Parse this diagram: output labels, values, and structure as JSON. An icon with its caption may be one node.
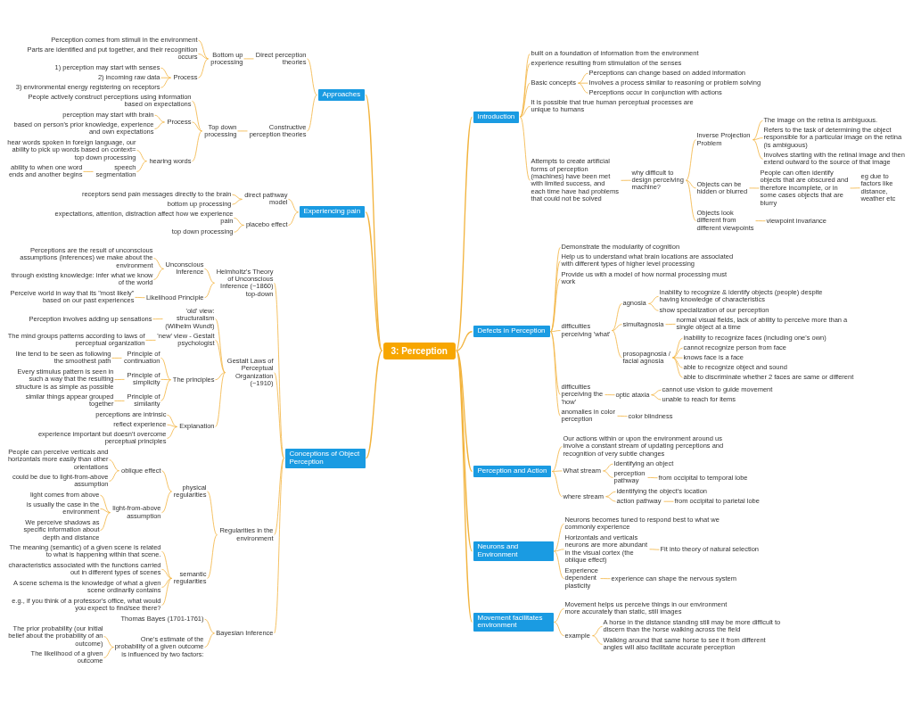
{
  "diagram": {
    "nodes": [
      {
        "text": [
          "3: Perception"
        ]
      },
      {
        "text": [
          "Approaches"
        ]
      },
      {
        "text": [
          "Direct perception theories"
        ]
      },
      {
        "text": [
          "Bottom up processing"
        ]
      },
      {
        "text": [
          "Perception comes from stimuli in the environment"
        ]
      },
      {
        "text": [
          "Parts are identified and put together, and their recognition occurs"
        ]
      },
      {
        "text": [
          "Process"
        ]
      },
      {
        "text": [
          "1) perception may start with senses"
        ]
      },
      {
        "text": [
          "2) incoming raw data"
        ]
      },
      {
        "text": [
          "3) environmental energy registering on receptors"
        ]
      },
      {
        "text": [
          "Constructive perception theories"
        ]
      },
      {
        "text": [
          "Top down processing"
        ]
      },
      {
        "text": [
          "People actively construct perceptions using information based on expectations"
        ]
      },
      {
        "text": [
          "Process"
        ]
      },
      {
        "text": [
          "perception may start with brain"
        ]
      },
      {
        "text": [
          "based on person's prior knowledge, experience and own expectations"
        ]
      },
      {
        "text": [
          "hearing words"
        ]
      },
      {
        "text": [
          "hear words spoken in foreign language, our ability to pick up words based on context= top down processing"
        ]
      },
      {
        "text": [
          "speech segmentation"
        ]
      },
      {
        "text": [
          "ability to when one word ends and another begins"
        ]
      },
      {
        "text": [
          "Experiencing pain"
        ]
      },
      {
        "text": [
          "direct pathway model"
        ]
      },
      {
        "text": [
          "receptors send pain messages directly to the brain"
        ]
      },
      {
        "text": [
          "bottom up processing"
        ]
      },
      {
        "text": [
          "placebo effect"
        ]
      },
      {
        "text": [
          "expectations, attention, distraction affect how we experience pain"
        ]
      },
      {
        "text": [
          "top down processing"
        ]
      },
      {
        "text": [
          "Conceptions of Object Perception"
        ]
      },
      {
        "text": [
          "Helmholtz's Theory of Unconscious Inference (~1860) top-down"
        ]
      },
      {
        "text": [
          "Unconscious Inference"
        ]
      },
      {
        "text": [
          "Perceptions are the result of unconscious assumptions (inferences) we make about the environment"
        ]
      },
      {
        "text": [
          "through existing knowledge: infer what we know of the world"
        ]
      },
      {
        "text": [
          "Likelihood Principle"
        ]
      },
      {
        "text": [
          "Perceive world in way that its \"most likely\" based on our past experiences"
        ]
      },
      {
        "text": [
          "Gestalt Laws of Perceptual Organization (~1910)"
        ]
      },
      {
        "text": [
          "'old' view: structuralism (Wilhelm Wundt)"
        ]
      },
      {
        "text": [
          "Perception involves adding up sensations"
        ]
      },
      {
        "text": [
          "'new' view - Gestalt psychologist"
        ]
      },
      {
        "text": [
          "The mind groups patterns according to laws of perceptual organization"
        ]
      },
      {
        "text": [
          "The principles"
        ]
      },
      {
        "text": [
          "Principle of continuation"
        ]
      },
      {
        "text": [
          "line tend to be seen as following the smoothest path"
        ]
      },
      {
        "text": [
          "Principle of simplicity"
        ]
      },
      {
        "text": [
          "Every stimulus pattern is seen in such a way that the resulting structure is as simple as possible"
        ]
      },
      {
        "text": [
          "Principle of similarity"
        ]
      },
      {
        "text": [
          "similar things appear grouped together"
        ]
      },
      {
        "text": [
          "Explanation"
        ]
      },
      {
        "text": [
          "perceptions are intrinsic"
        ]
      },
      {
        "text": [
          "reflect experience"
        ]
      },
      {
        "text": [
          "experience important but doesn't overcome perceptual principles"
        ]
      },
      {
        "text": [
          "Regularities in the environment"
        ]
      },
      {
        "text": [
          "physical regularities"
        ]
      },
      {
        "text": [
          "oblique effect"
        ]
      },
      {
        "text": [
          "People can perceive verticals and horizontals more easily than other orientations"
        ]
      },
      {
        "text": [
          "could be due to light-from-above assumption"
        ]
      },
      {
        "text": [
          "light-from-above assumption"
        ]
      },
      {
        "text": [
          "light comes from above"
        ]
      },
      {
        "text": [
          "is usually the case in the environment"
        ]
      },
      {
        "text": [
          "We perceive shadows as specific information about depth and distance"
        ]
      },
      {
        "text": [
          "semantic regularities"
        ]
      },
      {
        "text": [
          "The meaning (semantic) of a given scene is related to what is happening within that scene."
        ]
      },
      {
        "text": [
          "characteristics associated with the functions carried out in different types of scenes"
        ]
      },
      {
        "text": [
          "A scene schema is the knowledge of what a given scene ordinarily contains"
        ]
      },
      {
        "text": [
          "e.g., if you think of a professor's office, what would you expect to find/see there?"
        ]
      },
      {
        "text": [
          "Bayesian Inference"
        ]
      },
      {
        "text": [
          "Thomas Bayes (1701-1761)"
        ]
      },
      {
        "text": [
          "One's estimate of the probability of a given outcome is influenced by two factors:"
        ]
      },
      {
        "text": [
          "The prior probability (our initial belief about the probability of an outcome)"
        ]
      },
      {
        "text": [
          "The likelihood of a given outcome"
        ]
      },
      {
        "text": [
          "Neurons and Environment"
        ]
      },
      {
        "text": [
          "Neurons becomes tuned to respond best to what we commonly experience"
        ]
      },
      {
        "text": [
          "Horizontals and verticals neurons are more abundant in the visual cortex (the oblique effect)"
        ]
      },
      {
        "text": [
          "Fit into theory of natural selection"
        ]
      },
      {
        "text": [
          "Experience dependent plasticity"
        ]
      },
      {
        "text": [
          "experience can shape the nervous system"
        ]
      },
      {
        "text": [
          "Movement facilitates environment"
        ]
      },
      {
        "text": [
          "Movement helps us perceive things in our environment more accurately than static, still images"
        ]
      },
      {
        "text": [
          "example"
        ]
      },
      {
        "text": [
          "A horse in the distance standing still may be more difficult to discern than the horse walking across the field"
        ]
      },
      {
        "text": [
          "Walking around that same horse to see it from different angles will also facilitate accurate perception"
        ]
      },
      {
        "text": [
          "Introduction"
        ]
      },
      {
        "text": [
          "built on a foundation of information from the environment"
        ]
      },
      {
        "text": [
          "experience resulting from stimulation of the senses"
        ]
      },
      {
        "text": [
          "Basic concepts"
        ]
      },
      {
        "text": [
          "Perceptions can change based on added information"
        ]
      },
      {
        "text": [
          "Involves a process similar to reasoning or problem solving"
        ]
      },
      {
        "text": [
          "Perceptions occur in conjunction with actions"
        ]
      },
      {
        "text": [
          "It is possible that true human perceptual processes are unique to humans"
        ]
      },
      {
        "text": [
          "Attempts to create artificial forms of perception (machines) have been met with limited success, and each time have had problems that could not be solved"
        ]
      },
      {
        "text": [
          "why difficult to design perceiving machine?"
        ]
      },
      {
        "text": [
          "Inverse Projection Problem"
        ]
      },
      {
        "text": [
          "The image on the retina is ambiguous."
        ]
      },
      {
        "text": [
          "Refers to the task of determining the object responsible for a particular image on the retina (is ambiguous)"
        ]
      },
      {
        "text": [
          "Involves starting with the retinal image and then extend outward to the source of that image"
        ]
      },
      {
        "text": [
          "Objects can be hidden or blurred"
        ]
      },
      {
        "text": [
          "People can often identify objects that are obscured and therefore incomplete, or in some cases objects that are blurry"
        ]
      },
      {
        "text": [
          "eg due to factors like distance, weather etc"
        ]
      },
      {
        "text": [
          "Objects look different from different viewpoints"
        ]
      },
      {
        "text": [
          "viewpoint invariance"
        ]
      },
      {
        "text": [
          "Defects in Perception"
        ]
      },
      {
        "text": [
          "Demonstrate the modularity of cognition"
        ]
      },
      {
        "text": [
          "Help us to understand what brain locations are associated with different types of higher level processing"
        ]
      },
      {
        "text": [
          "Provide us with a model of how normal processing must work"
        ]
      },
      {
        "text": [
          "difficulties perceiving 'what'"
        ]
      },
      {
        "text": [
          "agnosia"
        ]
      },
      {
        "text": [
          "Inability to recognize & identify objects (people) despite having knowledge of characteristics"
        ]
      },
      {
        "text": [
          "show specialization of our perception"
        ]
      },
      {
        "text": [
          "simultagnosia"
        ]
      },
      {
        "text": [
          "normal visual fields, lack of ability to perceive more than a single object at a time"
        ]
      },
      {
        "text": [
          "prosopagnosia / facial agnosia"
        ]
      },
      {
        "text": [
          "inability to recognize faces (including one's own)"
        ]
      },
      {
        "text": [
          "cannot recognize person from face"
        ]
      },
      {
        "text": [
          "knows face is a face"
        ]
      },
      {
        "text": [
          "able to recognize object and sound"
        ]
      },
      {
        "text": [
          "able to discriminate whether 2 faces are same or different"
        ]
      },
      {
        "text": [
          "difficulties perceiving the 'how'"
        ]
      },
      {
        "text": [
          "optic ataxia"
        ]
      },
      {
        "text": [
          "cannot use vision to guide movement"
        ]
      },
      {
        "text": [
          "unable to reach for items"
        ]
      },
      {
        "text": [
          "anomalies in color perception"
        ]
      },
      {
        "text": [
          "color blindness"
        ]
      },
      {
        "text": [
          "Perception and Action"
        ]
      },
      {
        "text": [
          "Our actions within or upon the environment around us involve a constant stream of updating perceptions and recognition of very subtle changes"
        ]
      },
      {
        "text": [
          "What stream"
        ]
      },
      {
        "text": [
          "Identifying an object"
        ]
      },
      {
        "text": [
          "perception pathway"
        ]
      },
      {
        "text": [
          "from occipital to temporal lobe"
        ]
      },
      {
        "text": [
          "where stream"
        ]
      },
      {
        "text": [
          "identifying the object's location"
        ]
      },
      {
        "text": [
          "action pathway"
        ]
      },
      {
        "text": [
          "from occipital to parietal lobe"
        ]
      }
    ],
    "edges": [
      {
        "from": 0,
        "to": 1,
        "arrow": "none"
      },
      {
        "from": 0,
        "to": 20,
        "arrow": "none"
      },
      {
        "from": 0,
        "to": 27,
        "arrow": "none"
      },
      {
        "from": 0,
        "to": 69,
        "arrow": "none"
      },
      {
        "from": 0,
        "to": 75,
        "arrow": "none"
      },
      {
        "from": 0,
        "to": 80,
        "arrow": "none"
      },
      {
        "from": 0,
        "to": 99,
        "arrow": "none"
      },
      {
        "from": 0,
        "to": 121,
        "arrow": "none"
      },
      {
        "from": 1,
        "to": 2,
        "arrow": "none"
      },
      {
        "from": 1,
        "to": 10,
        "arrow": "none"
      },
      {
        "from": 2,
        "to": 3,
        "arrow": "none"
      },
      {
        "from": 3,
        "to": 4,
        "arrow": "none"
      },
      {
        "from": 3,
        "to": 5,
        "arrow": "none"
      },
      {
        "from": 3,
        "to": 6,
        "arrow": "none"
      },
      {
        "from": 6,
        "to": 7,
        "arrow": "none"
      },
      {
        "from": 6,
        "to": 8,
        "arrow": "none"
      },
      {
        "from": 6,
        "to": 9,
        "arrow": "none"
      },
      {
        "from": 10,
        "to": 11,
        "arrow": "none"
      },
      {
        "from": 11,
        "to": 12,
        "arrow": "none"
      },
      {
        "from": 11,
        "to": 13,
        "arrow": "none"
      },
      {
        "from": 11,
        "to": 16,
        "arrow": "none"
      },
      {
        "from": 13,
        "to": 14,
        "arrow": "none"
      },
      {
        "from": 13,
        "to": 15,
        "arrow": "none"
      },
      {
        "from": 16,
        "to": 17,
        "arrow": "none"
      },
      {
        "from": 16,
        "to": 18,
        "arrow": "none"
      },
      {
        "from": 18,
        "to": 19,
        "arrow": "none"
      },
      {
        "from": 20,
        "to": 21,
        "arrow": "none"
      },
      {
        "from": 20,
        "to": 24,
        "arrow": "none"
      },
      {
        "from": 21,
        "to": 22,
        "arrow": "none"
      },
      {
        "from": 21,
        "to": 23,
        "arrow": "none"
      },
      {
        "from": 24,
        "to": 25,
        "arrow": "none"
      },
      {
        "from": 24,
        "to": 26,
        "arrow": "none"
      },
      {
        "from": 27,
        "to": 28,
        "arrow": "none"
      },
      {
        "from": 27,
        "to": 34,
        "arrow": "none"
      },
      {
        "from": 27,
        "to": 50,
        "arrow": "none"
      },
      {
        "from": 27,
        "to": 64,
        "arrow": "none"
      },
      {
        "from": 28,
        "to": 29,
        "arrow": "none"
      },
      {
        "from": 28,
        "to": 32,
        "arrow": "none"
      },
      {
        "from": 29,
        "to": 30,
        "arrow": "none"
      },
      {
        "from": 29,
        "to": 31,
        "arrow": "none"
      },
      {
        "from": 32,
        "to": 33,
        "arrow": "none"
      },
      {
        "from": 34,
        "to": 35,
        "arrow": "none"
      },
      {
        "from": 34,
        "to": 37,
        "arrow": "none"
      },
      {
        "from": 34,
        "to": 39,
        "arrow": "none"
      },
      {
        "from": 34,
        "to": 46,
        "arrow": "none"
      },
      {
        "from": 35,
        "to": 36,
        "arrow": "none"
      },
      {
        "from": 37,
        "to": 38,
        "arrow": "none"
      },
      {
        "from": 39,
        "to": 40,
        "arrow": "none"
      },
      {
        "from": 39,
        "to": 42,
        "arrow": "none"
      },
      {
        "from": 39,
        "to": 44,
        "arrow": "none"
      },
      {
        "from": 40,
        "to": 41,
        "arrow": "none"
      },
      {
        "from": 42,
        "to": 43,
        "arrow": "none"
      },
      {
        "from": 44,
        "to": 45,
        "arrow": "none"
      },
      {
        "from": 46,
        "to": 47,
        "arrow": "none"
      },
      {
        "from": 46,
        "to": 48,
        "arrow": "none"
      },
      {
        "from": 46,
        "to": 49,
        "arrow": "none"
      },
      {
        "from": 50,
        "to": 51,
        "arrow": "none"
      },
      {
        "from": 50,
        "to": 59,
        "arrow": "none"
      },
      {
        "from": 51,
        "to": 52,
        "arrow": "none"
      },
      {
        "from": 51,
        "to": 55,
        "arrow": "none"
      },
      {
        "from": 52,
        "to": 53,
        "arrow": "none"
      },
      {
        "from": 52,
        "to": 54,
        "arrow": "none"
      },
      {
        "from": 55,
        "to": 56,
        "arrow": "none"
      },
      {
        "from": 55,
        "to": 57,
        "arrow": "none"
      },
      {
        "from": 55,
        "to": 58,
        "arrow": "none"
      },
      {
        "from": 59,
        "to": 60,
        "arrow": "none"
      },
      {
        "from": 59,
        "to": 61,
        "arrow": "none"
      },
      {
        "from": 59,
        "to": 62,
        "arrow": "none"
      },
      {
        "from": 59,
        "to": 63,
        "arrow": "none"
      },
      {
        "from": 64,
        "to": 65,
        "arrow": "none"
      },
      {
        "from": 64,
        "to": 66,
        "arrow": "none"
      },
      {
        "from": 66,
        "to": 67,
        "arrow": "none"
      },
      {
        "from": 66,
        "to": 68,
        "arrow": "none"
      },
      {
        "from": 69,
        "to": 70,
        "arrow": "none"
      },
      {
        "from": 69,
        "to": 71,
        "arrow": "none"
      },
      {
        "from": 69,
        "to": 73,
        "arrow": "none"
      },
      {
        "from": 71,
        "to": 72,
        "arrow": "none"
      },
      {
        "from": 73,
        "to": 74,
        "arrow": "none"
      },
      {
        "from": 75,
        "to": 76,
        "arrow": "none"
      },
      {
        "from": 75,
        "to": 77,
        "arrow": "none"
      },
      {
        "from": 77,
        "to": 78,
        "arrow": "none"
      },
      {
        "from": 77,
        "to": 79,
        "arrow": "none"
      },
      {
        "from": 80,
        "to": 81,
        "arrow": "none"
      },
      {
        "from": 80,
        "to": 82,
        "arrow": "none"
      },
      {
        "from": 80,
        "to": 83,
        "arrow": "none"
      },
      {
        "from": 80,
        "to": 87,
        "arrow": "none"
      },
      {
        "from": 80,
        "to": 88,
        "arrow": "none"
      },
      {
        "from": 83,
        "to": 84,
        "arrow": "none"
      },
      {
        "from": 83,
        "to": 85,
        "arrow": "none"
      },
      {
        "from": 83,
        "to": 86,
        "arrow": "none"
      },
      {
        "from": 88,
        "to": 89,
        "arrow": "none"
      },
      {
        "from": 89,
        "to": 90,
        "arrow": "none"
      },
      {
        "from": 89,
        "to": 94,
        "arrow": "none"
      },
      {
        "from": 89,
        "to": 97,
        "arrow": "none"
      },
      {
        "from": 90,
        "to": 91,
        "arrow": "none"
      },
      {
        "from": 90,
        "to": 92,
        "arrow": "none"
      },
      {
        "from": 90,
        "to": 93,
        "arrow": "none"
      },
      {
        "from": 94,
        "to": 95,
        "arrow": "none"
      },
      {
        "from": 95,
        "to": 96,
        "arrow": "none"
      },
      {
        "from": 97,
        "to": 98,
        "arrow": "none"
      },
      {
        "from": 99,
        "to": 100,
        "arrow": "none"
      },
      {
        "from": 99,
        "to": 101,
        "arrow": "none"
      },
      {
        "from": 99,
        "to": 102,
        "arrow": "none"
      },
      {
        "from": 99,
        "to": 103,
        "arrow": "none"
      },
      {
        "from": 99,
        "to": 115,
        "arrow": "none"
      },
      {
        "from": 99,
        "to": 119,
        "arrow": "none"
      },
      {
        "from": 103,
        "to": 104,
        "arrow": "none"
      },
      {
        "from": 103,
        "to": 107,
        "arrow": "none"
      },
      {
        "from": 103,
        "to": 109,
        "arrow": "none"
      },
      {
        "from": 104,
        "to": 105,
        "arrow": "none"
      },
      {
        "from": 104,
        "to": 106,
        "arrow": "none"
      },
      {
        "from": 107,
        "to": 108,
        "arrow": "none"
      },
      {
        "from": 109,
        "to": 110,
        "arrow": "none"
      },
      {
        "from": 109,
        "to": 111,
        "arrow": "none"
      },
      {
        "from": 109,
        "to": 112,
        "arrow": "none"
      },
      {
        "from": 109,
        "to": 113,
        "arrow": "none"
      },
      {
        "from": 109,
        "to": 114,
        "arrow": "none"
      },
      {
        "from": 115,
        "to": 116,
        "arrow": "none"
      },
      {
        "from": 116,
        "to": 117,
        "arrow": "none"
      },
      {
        "from": 116,
        "to": 118,
        "arrow": "none"
      },
      {
        "from": 119,
        "to": 120,
        "arrow": "none"
      },
      {
        "from": 121,
        "to": 122,
        "arrow": "none"
      },
      {
        "from": 121,
        "to": 123,
        "arrow": "none"
      },
      {
        "from": 121,
        "to": 127,
        "arrow": "none"
      },
      {
        "from": 123,
        "to": 124,
        "arrow": "none"
      },
      {
        "from": 123,
        "to": 125,
        "arrow": "none"
      },
      {
        "from": 125,
        "to": 126,
        "arrow": "none"
      },
      {
        "from": 127,
        "to": 128,
        "arrow": "none"
      },
      {
        "from": 127,
        "to": 129,
        "arrow": "none"
      },
      {
        "from": 129,
        "to": 130,
        "arrow": "none"
      }
    ]
  }
}
